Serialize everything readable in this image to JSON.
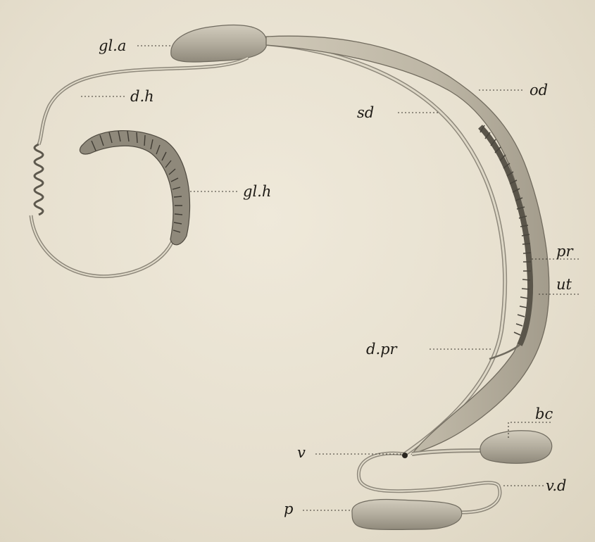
{
  "labels": {
    "gl_a": "gl.a",
    "d_h": "d.h",
    "gl_h": "gl.h",
    "sd": "sd",
    "od": "od",
    "pr": "pr",
    "ut": "ut",
    "d_pr": "d.pr",
    "bc": "bc",
    "v": "v",
    "v_d": "v.d",
    "p": "p"
  },
  "colors": {
    "paper": "#e8e2d2",
    "organ_fill": "#b9b3a4",
    "organ_dark": "#7d776a",
    "duct": "#8e887b",
    "ink": "#1e1b16"
  }
}
